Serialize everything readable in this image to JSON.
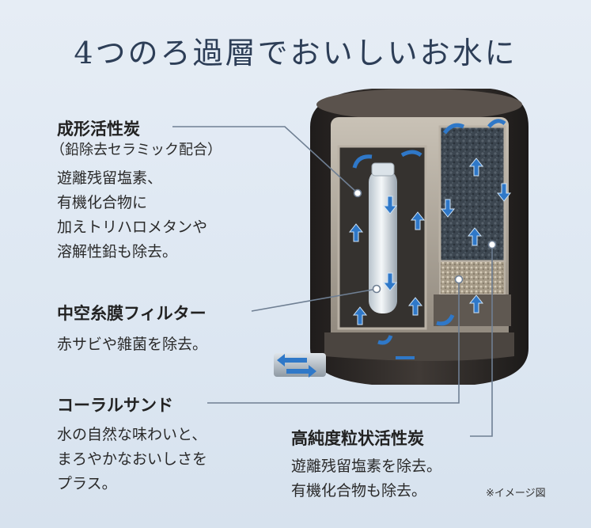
{
  "title": "4つのろ過層でおいしいお水に",
  "layers": {
    "activated_carbon": {
      "heading": "成形活性炭",
      "subheading": "（鉛除去セラミック配合）",
      "description": [
        "遊離残留塩素、",
        "有機化合物に",
        "加えトリハロメタンや",
        "溶解性鉛も除去。"
      ]
    },
    "hollow_fiber": {
      "heading": "中空糸膜フィルター",
      "description": [
        "赤サビや雑菌を除去。"
      ]
    },
    "coral_sand": {
      "heading": "コーラルサンド",
      "description": [
        "水の自然な味わいと、",
        "まろやかなおいしさを",
        "プラス。"
      ]
    },
    "granular_carbon": {
      "heading": "高純度粒状活性炭",
      "description": [
        "遊離残留塩素を除去。",
        "有機化合物も除去。"
      ]
    }
  },
  "image_note": "※イメージ図",
  "colors": {
    "title": "#2d3e57",
    "callout_line": "#6f7f93",
    "flow_arrow": "#2f78c8",
    "cartridge_body": "#3a3532"
  },
  "icons": [
    "flow-arrow-icon",
    "water-inlet-icon"
  ]
}
